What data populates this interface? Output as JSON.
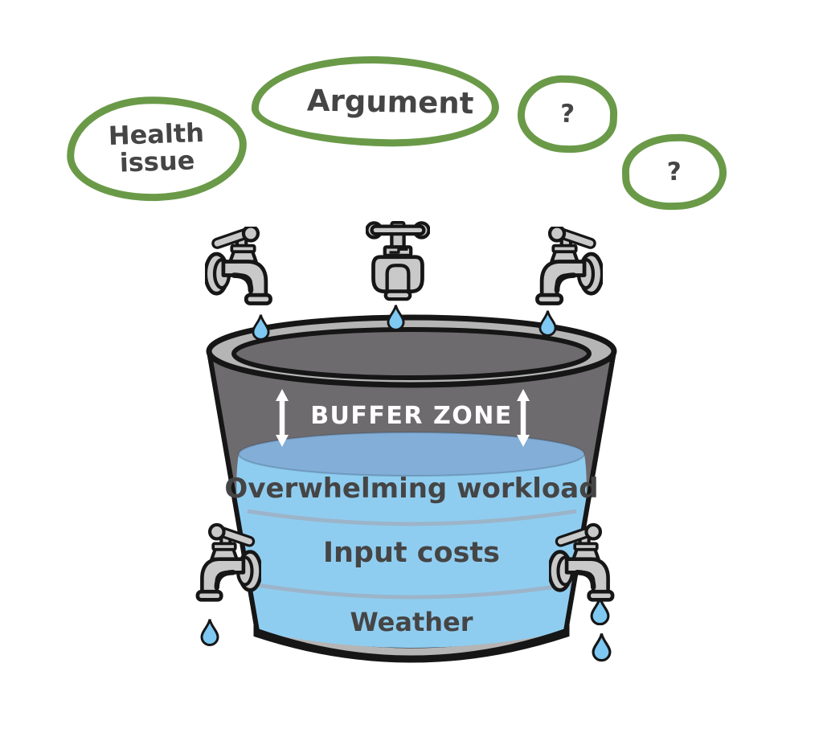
{
  "title": "Stress bucket diagram",
  "stressor_bubbles": [
    {
      "label": "Health issue"
    },
    {
      "label": "Argument"
    },
    {
      "label": "?"
    },
    {
      "label": "?"
    }
  ],
  "bucket": {
    "buffer_zone_label": "BUFFER ZONE",
    "water_layers": [
      {
        "label": "Overwhelming workload"
      },
      {
        "label": "Input costs"
      },
      {
        "label": "Weather"
      }
    ]
  },
  "icons": {
    "input_taps": [
      {
        "name": "tap-side-left-icon"
      },
      {
        "name": "tap-front-icon"
      },
      {
        "name": "tap-side-right-icon"
      }
    ],
    "drain_taps": [
      {
        "name": "drain-tap-left-icon"
      },
      {
        "name": "drain-tap-right-icon"
      }
    ],
    "drop": "water-drop-icon",
    "buffer_arrows": "double-arrow-vertical-icon"
  },
  "colors": {
    "bubble_outline_green": "#6a9a48",
    "text_dark": "#454545",
    "bucket_body_gray": "#6e6b6e",
    "rim_gray": "#b5b5b5",
    "water_blue": "#8fcdf0",
    "water_surface_blue": "#82aed8",
    "layer_divider": "#9cb4c9",
    "drop_blue": "#7ec8f2",
    "tap_gray": "#c9c9c9",
    "outline_black": "#161616",
    "buffer_text_white": "#ffffff"
  }
}
